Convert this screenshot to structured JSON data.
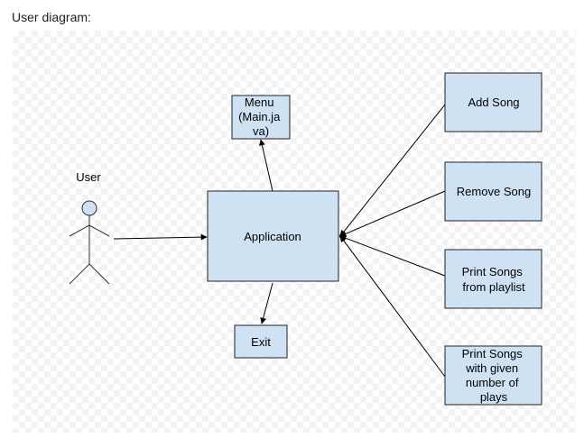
{
  "page": {
    "heading": "User diagram:"
  },
  "diagram": {
    "actor": {
      "label": "User"
    },
    "nodes": {
      "menu": {
        "lines": [
          "Menu",
          "(Main.ja",
          "va)"
        ]
      },
      "application": {
        "lines": [
          "Application"
        ]
      },
      "exit": {
        "lines": [
          "Exit"
        ]
      },
      "add_song": {
        "lines": [
          "Add Song"
        ]
      },
      "remove_song": {
        "lines": [
          "Remove Song"
        ]
      },
      "print_songs_playlist": {
        "lines": [
          "Print Songs",
          "from playlist"
        ]
      },
      "print_songs_plays": {
        "lines": [
          "Print Songs",
          "with given",
          "number of",
          "plays"
        ]
      }
    },
    "colors": {
      "box_fill": "#cfe2f3",
      "box_stroke": "#222222",
      "edge": "#000000"
    }
  }
}
